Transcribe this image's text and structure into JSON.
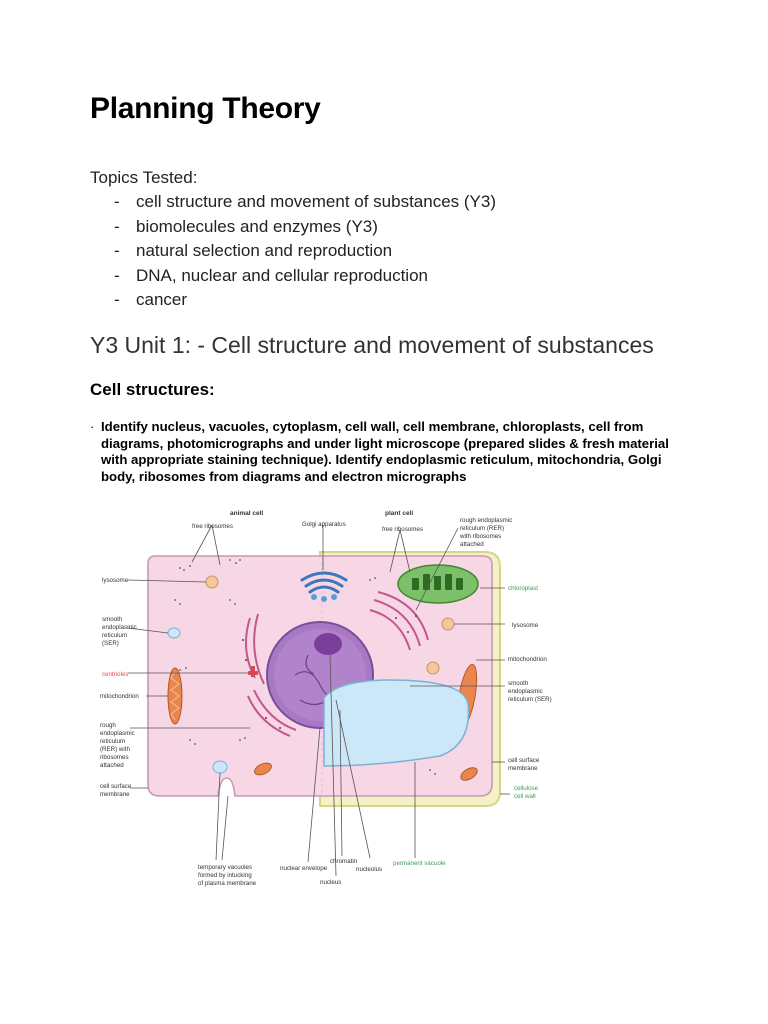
{
  "title": "Planning Theory",
  "topics_label": "Topics Tested:",
  "topics": [
    "cell structure and movement of substances (Y3)",
    "biomolecules and enzymes (Y3)",
    "natural selection and reproduction",
    "DNA, nuclear and cellular reproduction",
    "cancer"
  ],
  "list_marker": "-",
  "unit_heading": "Y3 Unit 1: - Cell structure and movement of substances",
  "section_heading": "Cell structures",
  "section_heading_suffix": ":",
  "bullet_marker": "·",
  "bullet_text": "Identify nucleus, vacuoles, cytoplasm, cell wall, cell membrane, chloroplasts, cell from diagrams, photomicrographs and under light microscope (prepared slides & fresh material with appropriate staining technique). Identify endoplasmic reticulum, mitochondria, Golgi body, ribosomes from diagrams and electron micrographs",
  "diagram": {
    "heading_animal": "animal cell",
    "heading_plant": "plant cell",
    "labels": {
      "free_ribosomes_left": "free ribosomes",
      "golgi": "Golgi apparatus",
      "free_ribosomes_right": "free ribosomes",
      "rer_top_1": "rough endoplasmic",
      "rer_top_2": "reticulum (RER)",
      "rer_top_3": "with ribosomes",
      "rer_top_4": "attached",
      "lysosome_left": "lysosome",
      "ser_left_1": "smooth",
      "ser_left_2": "endoplasmic",
      "ser_left_3": "reticulum",
      "ser_left_4": "(SER)",
      "centrioles": "centrioles",
      "mito_left": "mitochondrion",
      "rer_left_1": "rough",
      "rer_left_2": "endoplasmic",
      "rer_left_3": "reticulum",
      "rer_left_4": "(RER) with",
      "rer_left_5": "ribosomes",
      "rer_left_6": "attached",
      "csm_left_1": "cell surface",
      "csm_left_2": "membrane",
      "chloroplast": "chloroplast",
      "lysosome_right": "lysosome",
      "mito_right": "mitochondrion",
      "ser_right_1": "smooth",
      "ser_right_2": "endoplasmic",
      "ser_right_3": "reticulum (SER)",
      "csm_right_1": "cell surface",
      "csm_right_2": "membrane",
      "wall_1": "cellulose",
      "wall_2": "cell wall",
      "tv_1": "temporary vacuoles",
      "tv_2": "formed by intucking",
      "tv_3": "of plasma membrane",
      "nuclear_envelope": "nuclear envelope",
      "chromatin": "chromatin",
      "nucleolus": "nucleolus",
      "nucleus": "nucleus",
      "perm_vacuole": "permanent vacuole"
    },
    "colors": {
      "cytoplasm": "#f7d6e6",
      "membrane": "#c79ab4",
      "cell_wall": "#f4f1c4",
      "nucleus": "#a878c4",
      "nucleolus": "#7a3f9a",
      "vacuole": "#cce8f8",
      "chloroplast": "#7cc16a",
      "mitochondrion": "#e9864d",
      "green_label": "#3aa05a",
      "red_label": "#d9534f"
    }
  }
}
